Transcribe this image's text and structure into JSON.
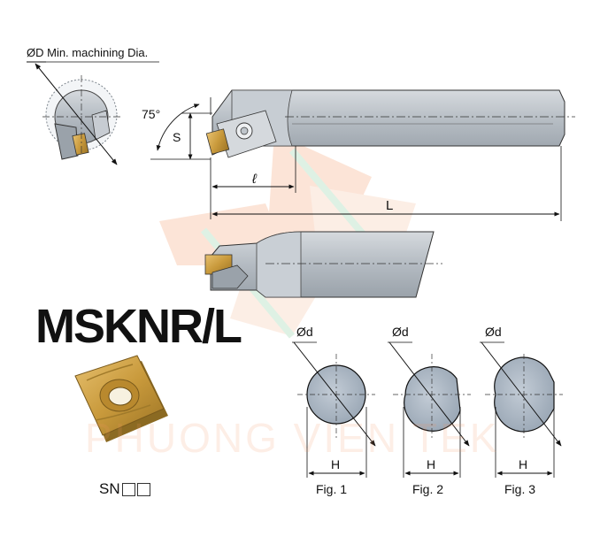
{
  "labels": {
    "min_dia": "ØD Min. machining Dia.",
    "angle": "75°",
    "s": "S",
    "l_small": "ℓ",
    "l_big": "L",
    "model": "MSKNR/L",
    "insert_code_prefix": "SN",
    "od": "Ød",
    "h": "H",
    "fig1": "Fig. 1",
    "fig2": "Fig. 2",
    "fig3": "Fig. 3"
  },
  "watermark": "PHUONG VIEN TEK",
  "colors": {
    "steel": "#b7bdc4",
    "steel_dark": "#8e959c",
    "bore": "#aebbc8",
    "insert_gold": "#d3a64a",
    "watermark": "#f4a47a"
  }
}
